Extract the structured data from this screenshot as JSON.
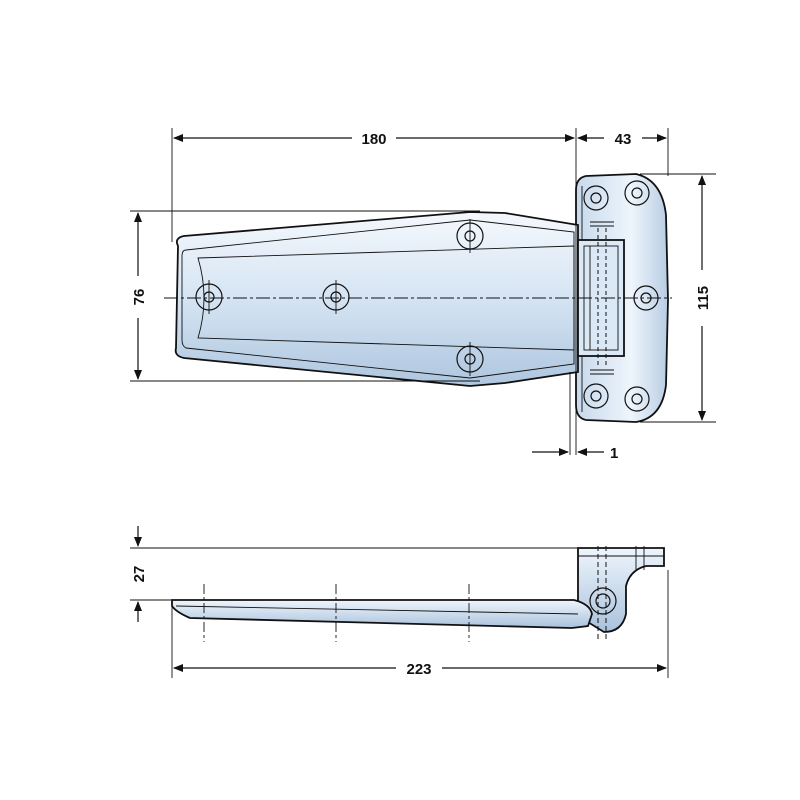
{
  "drawing": {
    "dimensions": {
      "leaf_length": "180",
      "flange_width": "43",
      "leaf_height": "76",
      "flange_height": "115",
      "gap": "1",
      "offset_height": "27",
      "overall_length": "223"
    },
    "colors": {
      "metal_light": "#e9f2fb",
      "metal_mid": "#c9dcef",
      "metal_dark": "#9fbad6",
      "line": "#111111"
    }
  }
}
